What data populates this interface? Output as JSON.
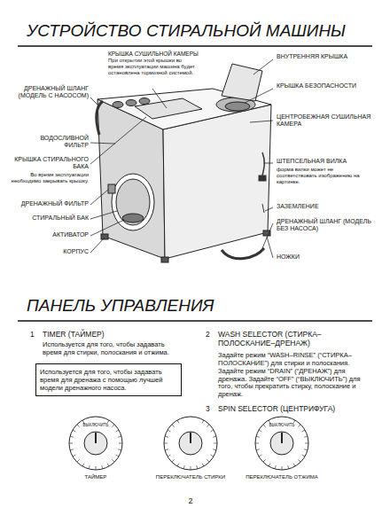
{
  "diagram": {
    "title": "УСТРОЙСТВО СТИРАЛЬНОЙ МАШИНЫ",
    "nodes": [
      {
        "text": [
          "Используется для того, чтобы задавать время для дренажа с помощью лучшей модели дренажного насоса."
        ]
      }
    ],
    "labels": [
      "КРЫШКА СУШИЛЬНОЙ КАМЕРЫ",
      "При открытии этой крышки во время эксплуатации машина будет остановлена тормозной системой.",
      "ДРЕНАЖНЫЙ ШЛАНГ (МОДЕЛЬ С НАСОСОМ)",
      "ВНУТРЕННЯЯ КРЫШКА",
      "КРЫШКА БЕЗОПАСНОСТИ",
      "ЦЕНТРОБЕЖНАЯ СУШИЛЬНАЯ КАМЕРА",
      "ВОДОСЛИВНОЙ ФИЛЬТР",
      "КРЫШКА СТИРАЛЬНОГО БАКА",
      "Во время эксплуатации необходимо закрывать крышку.",
      "ШТЕПСЕЛЬНАЯ ВИЛКА",
      "форма вилки может не соответствовать изображению на картинке.",
      "ДРЕНАЖНЫЙ ФИЛЬТР",
      "ЗАЗЕМЛЕНИЕ",
      "СТИРАЛЬНЫЙ БАК",
      "ДРЕНАЖНЫЙ ШЛАНГ (МОДЕЛЬ БЕЗ НАСОСА)",
      "АКТИВАТОР",
      "КОРПУС",
      "НОЖКИ",
      "ПАНЕЛЬ УПРАВЛЕНИЯ",
      "1",
      "TIMER (ТАЙМЕР)",
      "Используется для того, чтобы задавать время для стирки, полоскания и отжима.",
      "2",
      "WASH SELECTOR (СТИРКА–ПОЛОСКАНИЕ–ДРЕНАЖ)",
      "Задайте режим “WASH–RINSE” (“СТИРКА–ПОЛОСКАНИЕ”) для стирки и полоскания. Задайте режим “DRAIN” (“ДРЕНАЖ”) для дренажа. Задайте “OFF” (“ВЫКЛЮЧИТЬ”) для того, чтобы прекратить стирку, полоскание и дренаж.",
      "3",
      "SPIN SELECTOR (ЦЕНТРИФУГА)",
      "ТАЙМЕР",
      "ПЕРЕКЛЮЧАТЕЛЬ СТИРКИ",
      "ПЕРЕКЛЮЧАТЕЛЬ ОТЖИМА",
      "2",
      "ВЫКЛЮЧИТЬ",
      "ВЫКЛЮЧИТЬ"
    ]
  }
}
